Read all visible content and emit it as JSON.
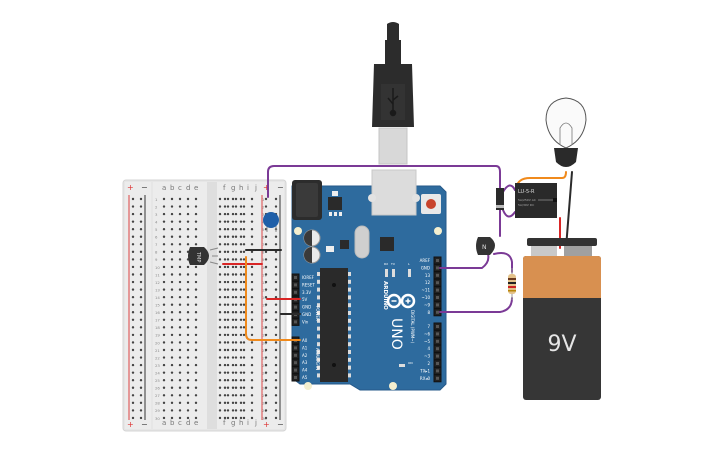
{
  "colors": {
    "wire_purple": "#7b3a96",
    "wire_red": "#d92626",
    "wire_black": "#2b2b2b",
    "wire_orange": "#f08a1c",
    "arduino_blue": "#2d6a9f",
    "breadboard": "#e8e8e8",
    "battery_orange": "#d89050",
    "battery_body": "#363636"
  },
  "breadboard": {
    "col_labels_left": [
      "a",
      "b",
      "c",
      "d",
      "e"
    ],
    "col_labels_right": [
      "f",
      "g",
      "h",
      "i",
      "j"
    ],
    "rail_plus": "+",
    "rail_minus": "−",
    "rows": 30
  },
  "sensor": {
    "label": "TMP"
  },
  "arduino": {
    "brand": "ARDUINO",
    "model": "UNO",
    "power_header_title": "POWER",
    "analog_header_title": "ANALOG IN",
    "digital_header_title": "DIGITAL (PWM~)",
    "power_pins": [
      "IOREF",
      "RESET",
      "3.3V",
      "5V",
      "GND",
      "GND",
      "Vin"
    ],
    "analog_pins": [
      "A0",
      "A1",
      "A2",
      "A3",
      "A4",
      "A5"
    ],
    "digital_top_pins": [
      "AREF",
      "GND",
      "13",
      "12",
      "~11",
      "~10",
      "~9",
      "8"
    ],
    "digital_bottom_pins": [
      "7",
      "~6",
      "~5",
      "4",
      "~3",
      "2",
      "TX▸1",
      "RX◂0"
    ],
    "led_labels": [
      "RX",
      "TX",
      "L"
    ],
    "on_label": "ON"
  },
  "relay": {
    "label": "LU-5-R",
    "spec1": "5A/250V AC",
    "spec2": "5A/30V DC"
  },
  "transistor": {
    "label": "N"
  },
  "battery": {
    "label": "9V"
  },
  "usb": {
    "icon": "usb-icon"
  }
}
